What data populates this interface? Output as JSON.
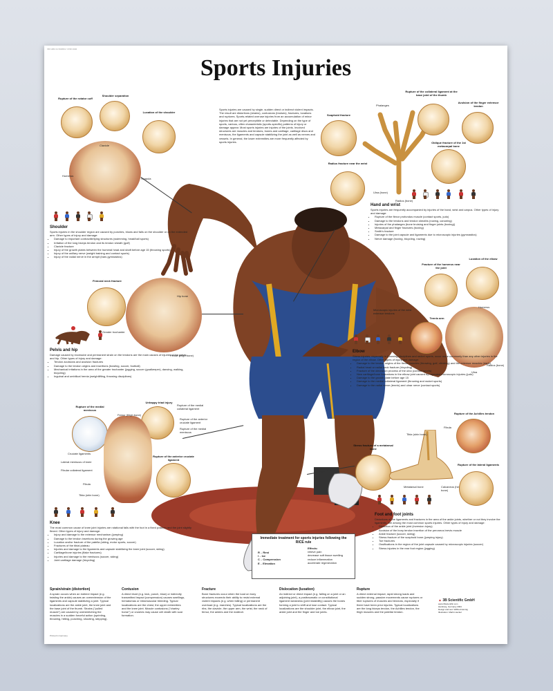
{
  "poster": {
    "title": "Sports Injuries",
    "code": "VR 1181 UU 9/2004 / 1720 1194",
    "printed": "Printed in Germany",
    "publisher_logo": "3B Scientific GmbH",
    "publisher_lines": [
      "www.3bscientific.com",
      "Hamburg, Germany 2004",
      "Design and text: Wilfried Hennig",
      "Illustration: Martin Heckel"
    ]
  },
  "intro": {
    "text": "Sports injuries are caused by single, sudden direct or indirect violent impacts. The result are distortions (strains), contusions (bruises), fractures, luxations and ruptures. Sports-related overuse injuries from an accumulation of minor injuries that are not yet perceptible or detectable. Depending on the type of sports, various, often characteristic (sports-specific) patterns of injury or damage appear. Most sports injuries are injuries of the joints. Involved structures are muscles and tendons, bones and cartilage, cartilage discs and meniscus, the ligaments and capsule stabilizing the joint as well as nerves and vessels. In general, the lower extremities are more frequently affected by sports injuries."
  },
  "shoulder": {
    "labels": {
      "rotator": "Rupture of the rotator cuff",
      "separation": "Shoulder separation",
      "luxation": "Luxation of the shoulder",
      "clavicle": "Clavicle",
      "scapula": "Scapula",
      "humerus": "Humerus"
    },
    "heading": "Shoulder",
    "text": "Sports injuries in the shoulder region are caused by punches, blows and falls on the shoulder or on the extended arm. Other types of injury and damage:",
    "items": [
      "Damage to important contractile/tying structures (swimming, head/ball sports)",
      "Irritation of the long biceps tendon and its tendon sheath (golf)",
      "Clavicle fracture",
      "Injury of the growth plates between the humeral head and shaft before age 15 (throwing sports)",
      "Injury of the axillary nerve (weight training and contact sports)",
      "Injury of the radial nerve in the armpit (bars gymnastics)"
    ]
  },
  "hand": {
    "labels": {
      "scaphoid": "Scaphoid fracture",
      "radius": "Radius fracture near the wrist",
      "collateral": "Rupture of the collateral ligament at the base joint of the thumb",
      "avulsion": "Avulsion of the finger extensor tendon",
      "oblique": "Oblique fracture of the 1st metacarpal bone",
      "phalanges": "Phalanges",
      "ulna": "Ulna (bone)",
      "radius_bone": "Radius (bone)"
    },
    "heading": "Hand and wrist",
    "text": "Sports injuries are frequently accompanied by injuries of the hand, wrist and carpus. Other types of injury and damage:",
    "items": [
      "Rupture of the flexor profundus muscle (contact sports, judo)",
      "Damage to the tendons and tendon sheaths (rowing, canoeing)",
      "Injuries of the phalanges (bone bruising and finger joints (boxing))",
      "Metacarpal and finger fractures (boxing)",
      "Smith's fracture",
      "Damage to the joint capsule and ligaments due to microscopic injuries (gymnastics)",
      "Nerve damage (boxing, bicycling, rowing)"
    ]
  },
  "elbow": {
    "labels": {
      "humerus": "Fracture of the humerus near the joint",
      "luxation": "Luxation of the elbow",
      "tennis": "Tennis arm",
      "microscopic": "Microscopic injuries of the wrist extensor tendons",
      "humerus_bone": "Humerus",
      "radius": "Radius (bone)",
      "ulna": "Ulna"
    },
    "heading": "Elbow",
    "text": "Stress injuries, especially in throwing disciplines and racket sports, occur more commonly than any other injuries in the region of the elbow. Other types of injury and damage:",
    "items": [
      "Damage to the tendon origins of the flexor muscles (throwing, golf, climbing) and the extensor muscles (darts)",
      "Radial head or radial neck fracture (bicycling)",
      "Fracture of the olecranon process of the ulna (contact sports)",
      "New cartilage/bone formations in the elbow joint caused by repeated microscopic injuries (judo)",
      "Damage to the growth plate before age 15",
      "Damage to the medial collateral ligament (throwing and racket sports)",
      "Damage to the radial nerve (tennis) and ulnar nerve (contact sports)"
    ]
  },
  "pelvis": {
    "labels": {
      "femoral": "Femoral neck fracture",
      "hip_bone": "Hip bone",
      "greater": "Greater trochanter",
      "femur": "Femur (thigh bone)"
    },
    "heading": "Pelvis and hip",
    "text": "Damage caused by excessive and permanent strain on the tendons are the main causes of injuries of the pelvis and hip. Other types of injury and damage:",
    "items": [
      "Tendon avulsions and avulsion fractures",
      "Damage to the tendon origins and insertions (bowling, soccer, football)",
      "Mechanical irritations in the area of the greater trochanter (jogging, soccer (goalkeeper), dancing, walking, bicycling)",
      "Inguinal and umbilical hernia (weightlifting, throwing disciplines)"
    ]
  },
  "knee": {
    "labels": {
      "meniscus": "Rupture of the medial meniscus",
      "unhappy": "Unhappy triad injury",
      "acl": "Rupture of the anterior cruciate ligament",
      "femur": "Femur (thigh bone)",
      "cruciate": "Cruciate ligaments",
      "lateral_meniscus": "Lateral meniscus of knee",
      "fibular": "Fibular collateral ligament",
      "fibula": "Fibula",
      "tibia": "Tibia (shin bone)",
      "medial_coll": "Rupture of the medial collateral ligament",
      "ant_cruciate": "Rupture of the anterior cruciate ligament",
      "medial_men": "Rupture of the medial meniscus"
    },
    "heading": "Knee",
    "text": "The most common cause of knee joint injuries are rotational falls with the foot in a fixed position and the joint slightly flexed. Other types of injury and damage:",
    "items": [
      "Injury and damage to the extensor mechanism (jumping)",
      "Damage to the tendon insertions during the growing age",
      "Luxation and/or fracture of the patella (skiing, motor sports, soccer)",
      "Fractures of the tibial plateau",
      "Injuries and damage to the ligaments and capsule stabilizing the knee joint (soccer, skiing)",
      "Cartilage/bone injuries (flake fractures)",
      "Injuries and damage to the meniscus (soccer, skiing)",
      "Joint cartilage damage (bicycling)"
    ]
  },
  "foot": {
    "labels": {
      "achilles": "Rupture of the Achilles tendon",
      "stress": "Stress fracture of a metatarsal bone",
      "lateral": "Rupture of the lateral ligaments",
      "tibia": "Tibia (shin bone)",
      "fibula": "Fibula",
      "calcaneus": "Calcaneus (heel bone)",
      "metatarsal": "Metatarsal bone"
    },
    "heading": "Foot and foot joints",
    "text": "Distortions of the ligaments and fractures in the area of the ankle joints, whether or not they involve the ligaments, are among the most common sports injuries. Other types of injury and damage:",
    "items": [
      "Distortion of the ankle joint (inversion injury)",
      "Avulsion of the bony tendon insertion of the peroneus brevis muscle",
      "Ankle fracture (soccer, skiing)",
      "Stress fracture of the scaphoid bone (jumping injury)",
      "Toe fractures",
      "Ossifications in the region of the joint capsule caused by microscopic injuries (soccer)",
      "Stress injuries in the rear foot region (jogging)"
    ]
  },
  "rice": {
    "title": "Immediate treatment for sports injuries following the RICE rule",
    "rows": [
      {
        "k": "R",
        "v": "Rest"
      },
      {
        "k": "I",
        "v": "Ice"
      },
      {
        "k": "C",
        "v": "Compression"
      },
      {
        "k": "E",
        "v": "Elevation"
      }
    ],
    "effects_title": "Effects:",
    "effects": [
      "relieve pain",
      "decrease soft tissue swelling",
      "reduce inflammation",
      "accelerate regeneration"
    ]
  },
  "bottom": [
    {
      "title": "Sprain/strain (distortion)",
      "text": "A sprain occurs when an indirect impact (e.g. twisting the ankle) causes an overextension of the ligaments and capsule stabilizing a joint. Typical localizations are the ankle joint, the knee joint and the base joint of the thumb. Strains (\"pulled muscle\") are caused by overstretching the muscles in a sudden forceful action (sprinting, throwing, hitting, punching, shooting, stepping)."
    },
    {
      "title": "Contusion",
      "text": "A direct blunt (e.g. kick, punch, blow) or indirectly transmitted impact (compression) causes swellings, hematomas or intramuscular bleeding. Typical localizations are the chest, the upper extremities and the knee joint. Muscle contusions (\"charley horse\") or crushes may cause cell death with scar formation."
    },
    {
      "title": "Fracture",
      "text": "Bone fractures occur when the load on bony structures exceeds their ability to resist external violent impacts (e.g. when falling) or permanent overload (e.g. marches). Typical localizations are the ribs, the clavicle, the upper arm, the wrist, the neck of femur, the ankles and the malleoli."
    },
    {
      "title": "Dislocation (luxation)",
      "text": "An indirect or direct impact (e.g. falling on a joint or an adjoining joint), a posttraumatic or constitutional ligament weakness (joint instability) causes the bones forming a joint to shift and lose contact. Typical localizations are the shoulder joint, the elbow joint, the ankle joint and the finger and toe joints."
    },
    {
      "title": "Rupture",
      "text": "A direct external impact, rapid strong loads and sudden strong, passive movements cause ruptures or tiber ruptures of muscles and tendons, especially if there have been prior injuries. Typical localizations are the long biceps tendon, the Achilles tendon, the thigh muscles and the patellar tendon."
    }
  ],
  "colors": {
    "bg": "#d3d9e2",
    "poster": "#ffffff",
    "skin": "#7a3f22",
    "shorts": "#2c4d8e",
    "track": "#9c3b2a",
    "bone": "#e8c995"
  }
}
